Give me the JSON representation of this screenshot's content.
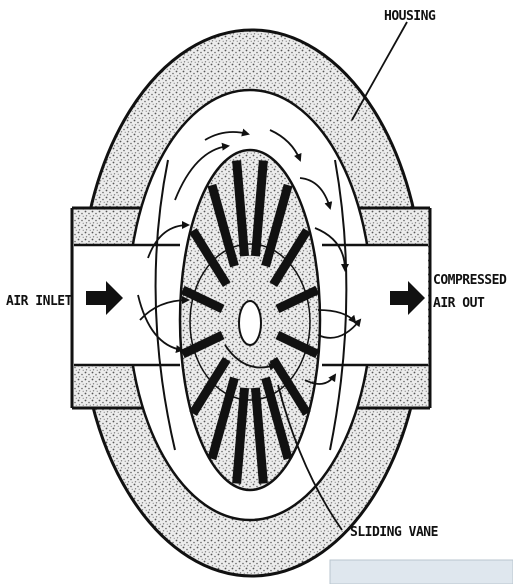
{
  "diagram": {
    "labels": {
      "housing": "HOUSING",
      "air_inlet": "AIR INLET",
      "compressed_line1": "COMPRESSED",
      "compressed_line2": "AIR OUT",
      "sliding_vane": "SLIDING VANE"
    },
    "vane_count": 16,
    "colors": {
      "ink": "#111111",
      "stipple_bg": "#ededed",
      "stipple_dot": "#555555",
      "paper": "#ffffff",
      "corner_panel": "#dfe7ee"
    },
    "icons": [
      "inlet-arrow-icon",
      "outlet-arrow-icon",
      "flow-arrow-icon"
    ]
  }
}
